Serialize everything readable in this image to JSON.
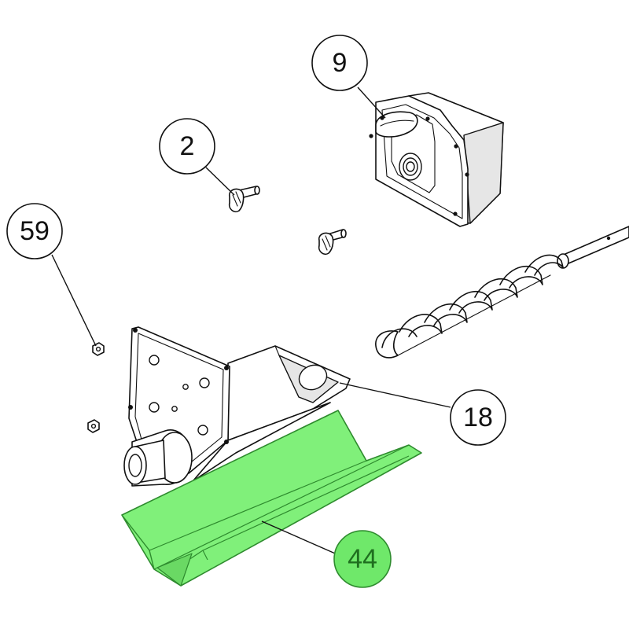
{
  "callouts": [
    {
      "label": "9"
    },
    {
      "label": "2"
    },
    {
      "label": "59"
    },
    {
      "label": "18"
    },
    {
      "label": "44",
      "highlighted": true
    }
  ],
  "colors": {
    "line": "#111111",
    "highlight_fill": "#80f07a",
    "highlight_callout_fill": "#6fe86a",
    "highlight_stroke": "#2e8b2e",
    "highlight_text": "#1f6f1f"
  }
}
